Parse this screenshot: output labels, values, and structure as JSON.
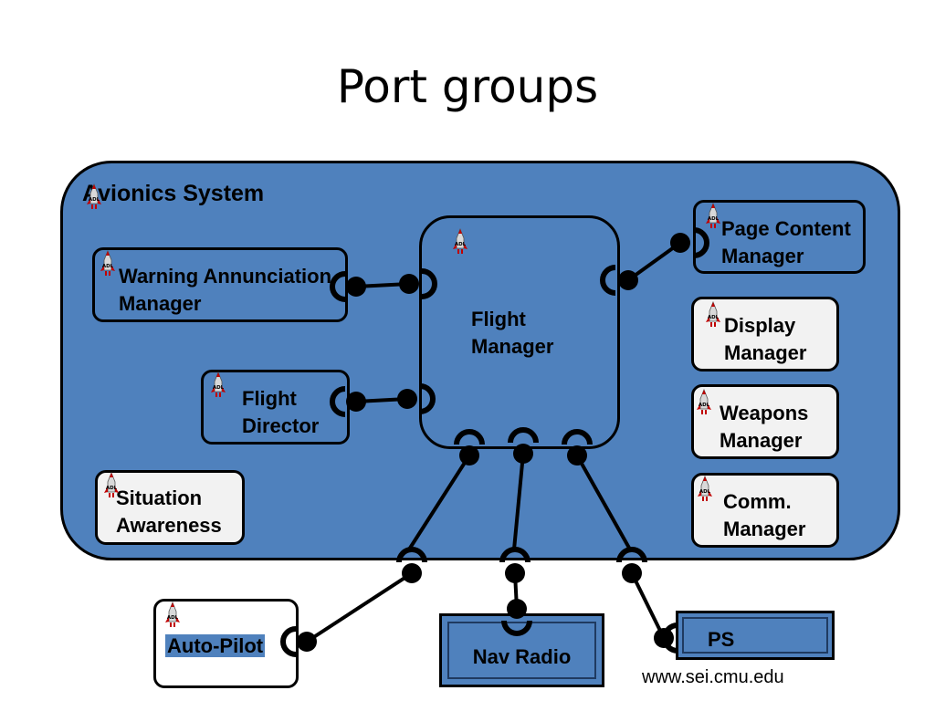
{
  "slide": {
    "title": "Port groups",
    "footer": "www.sei.cmu.edu"
  },
  "system": {
    "label": "Avionics System"
  },
  "components": {
    "warning": {
      "line1": "Warning Annunciation",
      "line2": "Manager"
    },
    "flight_director": {
      "line1": "Flight",
      "line2": "Director"
    },
    "situation": {
      "line1": "Situation",
      "line2": "Awareness"
    },
    "flight_manager": {
      "line1": "Flight",
      "line2": "Manager"
    },
    "page_content": {
      "line1": "Page Content",
      "line2": "Manager"
    },
    "display": {
      "line1": "Display",
      "line2": "Manager"
    },
    "weapons": {
      "line1": "Weapons",
      "line2": "Manager"
    },
    "comm": {
      "line1": "Comm.",
      "line2": "Manager"
    },
    "autopilot": {
      "label": "Auto-Pilot"
    },
    "nav_radio": {
      "label": "Nav Radio"
    },
    "ps": {
      "label": "PS"
    }
  },
  "icon": {
    "label": "ADL",
    "name": "aadl-icon"
  },
  "colors": {
    "system_fill": "#4f81bd",
    "light_fill": "#f2f2f2",
    "outline": "#000000"
  }
}
